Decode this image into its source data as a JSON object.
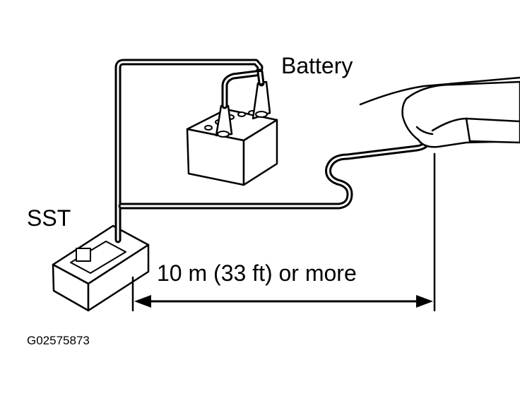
{
  "labels": {
    "battery": "Battery",
    "sst": "SST",
    "distance": "10 m (33 ft) or more",
    "figure_code": "G02575873"
  },
  "colors": {
    "ink": "#000000",
    "background": "#ffffff"
  }
}
